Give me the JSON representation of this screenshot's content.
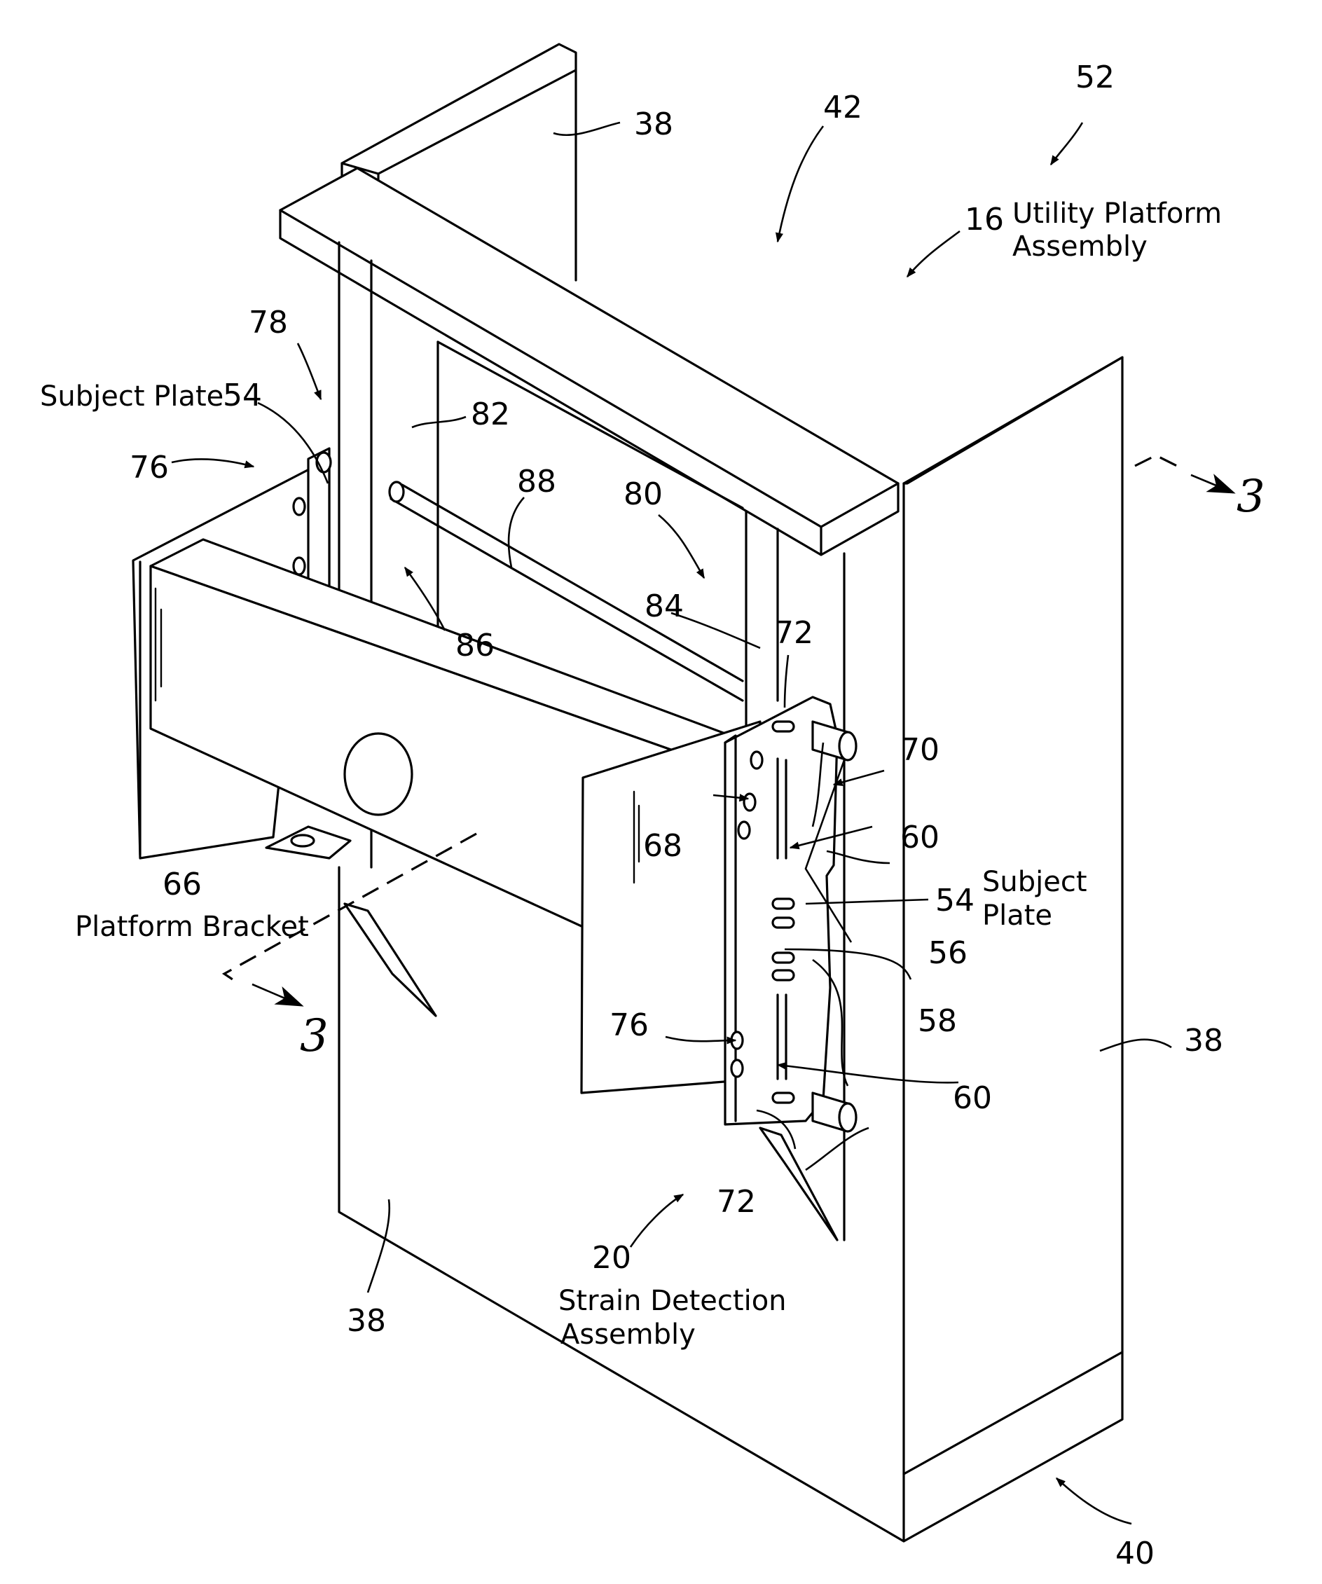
{
  "figure": {
    "captions": {
      "utility_platform_assembly": [
        "Utility Platform",
        "Assembly"
      ],
      "subject_plate_upper": "Subject Plate",
      "subject_plate_right": [
        "Subject",
        "Plate"
      ],
      "platform_bracket": "Platform Bracket",
      "strain_detection_assembly": [
        "Strain Detection",
        "Assembly"
      ]
    },
    "section_marker": "3",
    "refs": {
      "r38_top": "38",
      "r42": "42",
      "r52": "52",
      "r16": "16",
      "r78": "78",
      "r54_upper": "54",
      "r76_upper": "76",
      "r82": "82",
      "r88": "88",
      "r80": "80",
      "r86": "86",
      "r84": "84",
      "r72_upper": "72",
      "r70": "70",
      "r68": "68",
      "r60_upper": "60",
      "r54_right": "54",
      "r56": "56",
      "r58": "58",
      "r66": "66",
      "r76_lower": "76",
      "r60_lower": "60",
      "r38_right": "38",
      "r72_lower": "72",
      "r20": "20",
      "r38_bottom": "38",
      "r40": "40"
    }
  }
}
